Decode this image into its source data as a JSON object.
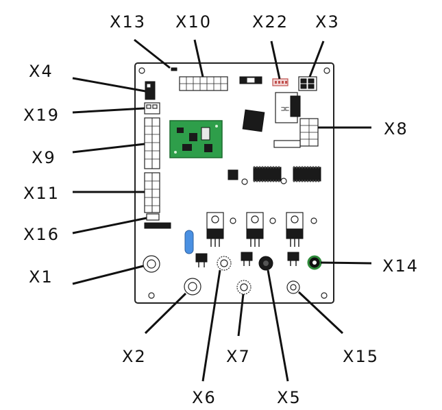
{
  "diagram": {
    "labels": {
      "x13": "X13",
      "x10": "X10",
      "x22": "X22",
      "x3": "X3",
      "x4": "X4",
      "x19": "X19",
      "x8": "X8",
      "x9": "X9",
      "x11": "X11",
      "x16": "X16",
      "x1": "X1",
      "x14": "X14",
      "x2": "X2",
      "x7": "X7",
      "x15": "X15",
      "x6": "X6",
      "x5": "X5"
    },
    "colors": {
      "line": "#111111",
      "daughter_board": "#2e9e4a",
      "capacitor": "#4a90e2",
      "x14_ring": "#2e8b3a",
      "connector_x22": "#c0504d"
    }
  }
}
